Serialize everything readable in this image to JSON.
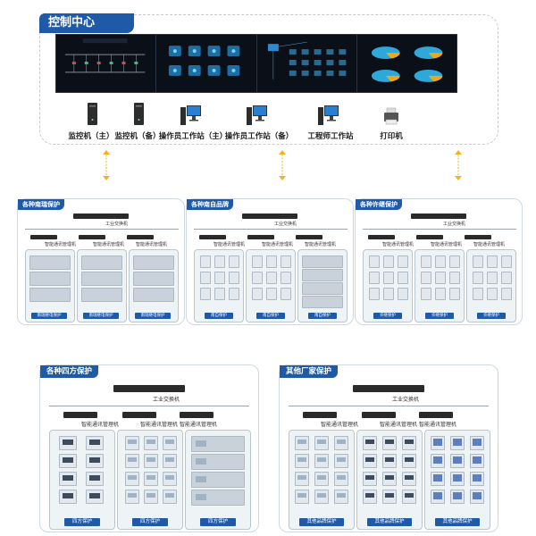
{
  "control_center": {
    "title": "控制中心",
    "devices": [
      {
        "label": "监控机（主）",
        "icon": "tower-pc-icon"
      },
      {
        "label": "监控机（备）",
        "icon": "tower-pc-icon"
      },
      {
        "label": "操作员工作站（主）",
        "icon": "desktop-pc-icon"
      },
      {
        "label": "操作员工作站（备）",
        "icon": "desktop-pc-icon"
      },
      {
        "label": "工程师工作站",
        "icon": "desktop-pc-icon"
      },
      {
        "label": "打印机",
        "icon": "printer-icon"
      }
    ]
  },
  "panels": [
    {
      "title": "各种南瑞保护",
      "switch": "工业交换机",
      "managers": [
        "智能通讯管理机",
        "智能通讯管理机",
        "智能通讯管理机"
      ],
      "cabinets": [
        "南瑞继电保护",
        "南瑞继电保护",
        "南瑞继电保护"
      ]
    },
    {
      "title": "各种南自品牌",
      "switch": "工业交换机",
      "managers": [
        "智能通讯管理机",
        "智能通讯管理机",
        "智能通讯管理机"
      ],
      "cabinets": [
        "南自保护",
        "南自保护",
        "南自保护"
      ]
    },
    {
      "title": "各种许继保护",
      "switch": "工业交换机",
      "managers": [
        "智能通讯管理机",
        "智能通讯管理机",
        "智能通讯管理机"
      ],
      "cabinets": [
        "许继保护",
        "许继保护",
        "许继保护"
      ]
    },
    {
      "title": "各种四方保护",
      "switch": "工业交换机",
      "managers": [
        "智能通讯管理机",
        "智能通讯管理机",
        "智能通讯管理机"
      ],
      "cabinets": [
        "四方保护",
        "四方保护",
        "四方保护"
      ]
    },
    {
      "title": "其他厂家保护",
      "switch": "工业交换机",
      "managers": [
        "智能通讯管理机",
        "智能通讯管理机",
        "智能通讯管理机"
      ],
      "cabinets": [
        "其他品牌保护",
        "其他品牌保护",
        "其他品牌保护"
      ]
    }
  ],
  "colors": {
    "accent": "#1f5aa8",
    "arrow": "#f0b41e"
  }
}
